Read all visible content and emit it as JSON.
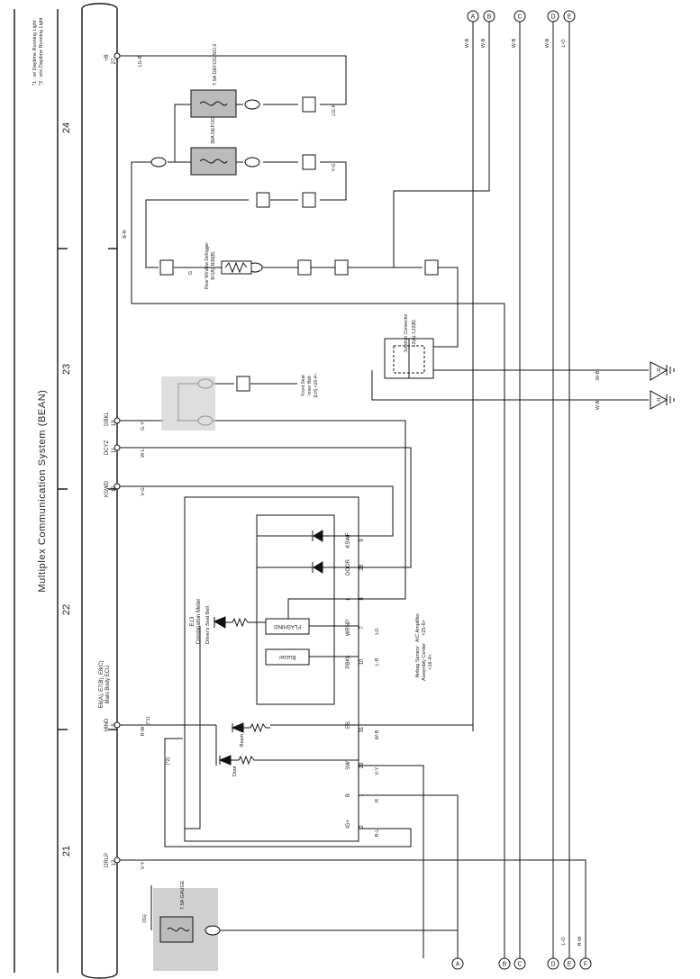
{
  "page_title": "Multiplex Communication System (BEAN)",
  "notes": [
    "*1 : w/ Daytime Running Light",
    "*2 : w/o Daytime Running Light"
  ],
  "section_numbers": [
    "24",
    "23",
    "22",
    "21"
  ],
  "ecu": {
    "code": "E6(A), E7(B), E8(C)",
    "name": "Main Body ECU",
    "pins": [
      {
        "no": "27",
        "conn": "A",
        "name": "+B"
      },
      {
        "no": "13",
        "conn": "A",
        "name": "DBKL"
      },
      {
        "no": "11",
        "conn": "A",
        "name": "DCYZ"
      },
      {
        "no": "15",
        "conn": "A",
        "name": "KSWD"
      },
      {
        "no": "9",
        "conn": "C",
        "name": "HIND"
      },
      {
        "no": "12",
        "conn": "A",
        "name": "DRLP"
      }
    ]
  },
  "fuses": [
    {
      "name": "7.5A DEFOG NO.2"
    },
    {
      "name": "30A DEFOG"
    },
    {
      "name": "7.5A GAUGE"
    }
  ],
  "rear_defogger": {
    "code": "B7(A), B28(B)",
    "name": "Rear Window Defogger"
  },
  "junction_connector": {
    "code": "L2(A), L22(B)",
    "name": "Junction Connector"
  },
  "front_seat": {
    "line1": "Front Seat",
    "line2": "Inner Belt",
    "line3": "(LH) <16-4>"
  },
  "meter": {
    "code": "E13",
    "name": "Combination Meter",
    "pins": [
      {
        "no": "9",
        "name": "KSWF"
      },
      {
        "no": "29",
        "name": "DOOR"
      },
      {
        "no": "8",
        "name": "L"
      },
      {
        "no": "7",
        "name": "WRNP"
      },
      {
        "no": "10",
        "name": "PBKL"
      },
      {
        "no": "31",
        "name": "ES"
      },
      {
        "no": "23",
        "name": "SW"
      },
      {
        "no": "1",
        "name": "B"
      },
      {
        "no": "2",
        "name": "IG+"
      }
    ],
    "flashing": "FLASHING",
    "buzzer": "Buzzer",
    "lamps": [
      "Driver's Seat Belt",
      "Beam",
      "Door"
    ]
  },
  "destinations": [
    {
      "line1": "A/C Amplifier",
      "line2": "<25-6>"
    },
    {
      "line1": "Airbag Sensor",
      "line2": "Assembly Center",
      "line3": "<16-4>"
    }
  ],
  "ground_points": [
    "J2",
    "J1"
  ],
  "wire_colors": [
    "LG-B",
    "LG-R",
    "Y-G",
    "B-R",
    "W-B",
    "G-Y",
    "W-L",
    "V-G",
    "L-R",
    "R-W",
    "V-Y",
    "R",
    "R-L",
    "V-Y",
    "W-B",
    "W-B",
    "L-O",
    "R-W",
    "LG",
    "G"
  ],
  "bottom_labels": [
    "A",
    "B",
    "C",
    "D",
    "E",
    "F"
  ],
  "top_labels": [
    "A",
    "B",
    "C",
    "D",
    "E"
  ],
  "wire_color_labels": [
    "W-B",
    "W-B",
    "W-B",
    "W-B",
    "L-O"
  ],
  "page_marks": [
    "(*1)",
    "(*2)"
  ],
  "sheet_marks": [
    "(IG)"
  ]
}
